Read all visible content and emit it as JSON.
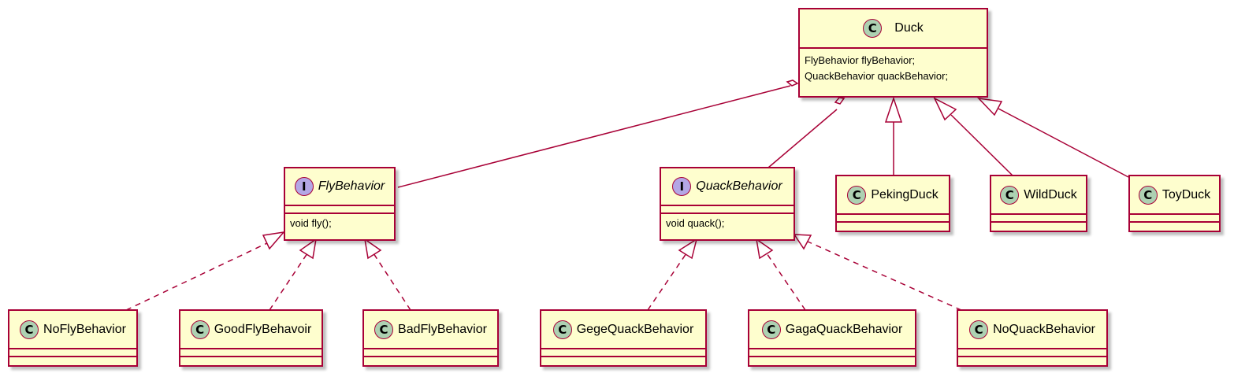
{
  "diagram": {
    "classes": {
      "duck": {
        "name": "Duck",
        "stereotype_badge": "C",
        "fields": [
          "FlyBehavior flyBehavior;",
          "QuackBehavior quackBehavior;"
        ]
      },
      "fly_behavior": {
        "name": "FlyBehavior",
        "stereotype_badge": "I",
        "methods": [
          "void fly();"
        ]
      },
      "quack_behavior": {
        "name": "QuackBehavior",
        "stereotype_badge": "I",
        "methods": [
          "void quack();"
        ]
      },
      "peking_duck": {
        "name": "PekingDuck",
        "stereotype_badge": "C"
      },
      "wild_duck": {
        "name": "WildDuck",
        "stereotype_badge": "C"
      },
      "toy_duck": {
        "name": "ToyDuck",
        "stereotype_badge": "C"
      },
      "no_fly_behavior": {
        "name": "NoFlyBehavior",
        "stereotype_badge": "C"
      },
      "good_fly_behavoir": {
        "name": "GoodFlyBehavoir",
        "stereotype_badge": "C"
      },
      "bad_fly_behavior": {
        "name": "BadFlyBehavior",
        "stereotype_badge": "C"
      },
      "gege_quack_behavior": {
        "name": "GegeQuackBehavior",
        "stereotype_badge": "C"
      },
      "gaga_quack_behavior": {
        "name": "GagaQuackBehavior",
        "stereotype_badge": "C"
      },
      "no_quack_behavior": {
        "name": "NoQuackBehavior",
        "stereotype_badge": "C"
      }
    },
    "relations": [
      {
        "type": "aggregation",
        "from": "Duck",
        "to": "FlyBehavior"
      },
      {
        "type": "aggregation",
        "from": "Duck",
        "to": "QuackBehavior"
      },
      {
        "type": "inheritance",
        "from": "PekingDuck",
        "to": "Duck"
      },
      {
        "type": "inheritance",
        "from": "WildDuck",
        "to": "Duck"
      },
      {
        "type": "inheritance",
        "from": "ToyDuck",
        "to": "Duck"
      },
      {
        "type": "realization",
        "from": "NoFlyBehavior",
        "to": "FlyBehavior"
      },
      {
        "type": "realization",
        "from": "GoodFlyBehavoir",
        "to": "FlyBehavior"
      },
      {
        "type": "realization",
        "from": "BadFlyBehavior",
        "to": "FlyBehavior"
      },
      {
        "type": "realization",
        "from": "GegeQuackBehavior",
        "to": "QuackBehavior"
      },
      {
        "type": "realization",
        "from": "GagaQuackBehavior",
        "to": "QuackBehavior"
      },
      {
        "type": "realization",
        "from": "NoQuackBehavior",
        "to": "QuackBehavior"
      }
    ],
    "colors": {
      "border": "#A80036",
      "fill": "#FEFECE",
      "class_badge": "#ADD1B2",
      "interface_badge": "#B4A7E5"
    }
  }
}
